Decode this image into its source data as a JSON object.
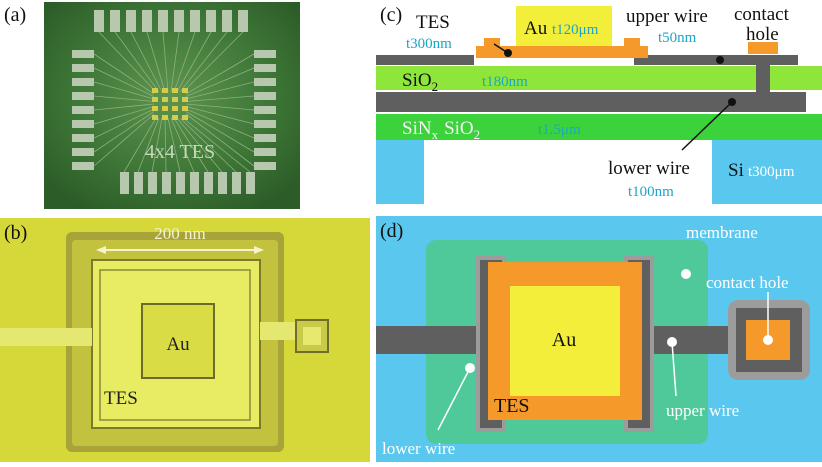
{
  "panel_a": {
    "label": "(a)",
    "chip_text": "4x4 TES"
  },
  "panel_b": {
    "label": "(b)",
    "scale_text": "200 nm",
    "au_text": "Au",
    "tes_text": "TES"
  },
  "panel_c": {
    "label": "(c)",
    "tes_label": "TES",
    "tes_thickness": "t300nm",
    "au_label": "Au",
    "au_thickness": "t120μm",
    "upper_wire_label": "upper wire",
    "upper_wire_thickness": "t50nm",
    "contact_hole_line1": "contact",
    "contact_hole_line2": "hole",
    "sio2_label": "SiO",
    "sio2_sub": "2",
    "sio2_thickness": "t180nm",
    "sinx_label": "SiN",
    "sinx_sub": "x",
    "sio2b_label": "SiO",
    "sio2b_sub": "2",
    "membrane_thickness": "t1.5μm",
    "lower_wire_label": "lower wire",
    "lower_wire_thickness": "t100nm",
    "si_label": "Si",
    "si_thickness": "t300μm"
  },
  "panel_d": {
    "label": "(d)",
    "membrane_label": "membrane",
    "contact_hole_label": "contact hole",
    "au_label": "Au",
    "tes_label": "TES",
    "upper_wire_label": "upper wire",
    "lower_wire_label": "lower wire"
  },
  "colors": {
    "chip_green": "#3f7a3a",
    "pad": "#b9c9b0",
    "yellow": "#d8dc3a",
    "sky": "#5ac8ee",
    "lime": "#8ee63a",
    "gray": "#5f5f5f",
    "orange": "#f59a2a",
    "au_yellow": "#f2ee3a",
    "membrane_green": "#4fc99a",
    "cyan_text": "#1aa6c8"
  }
}
